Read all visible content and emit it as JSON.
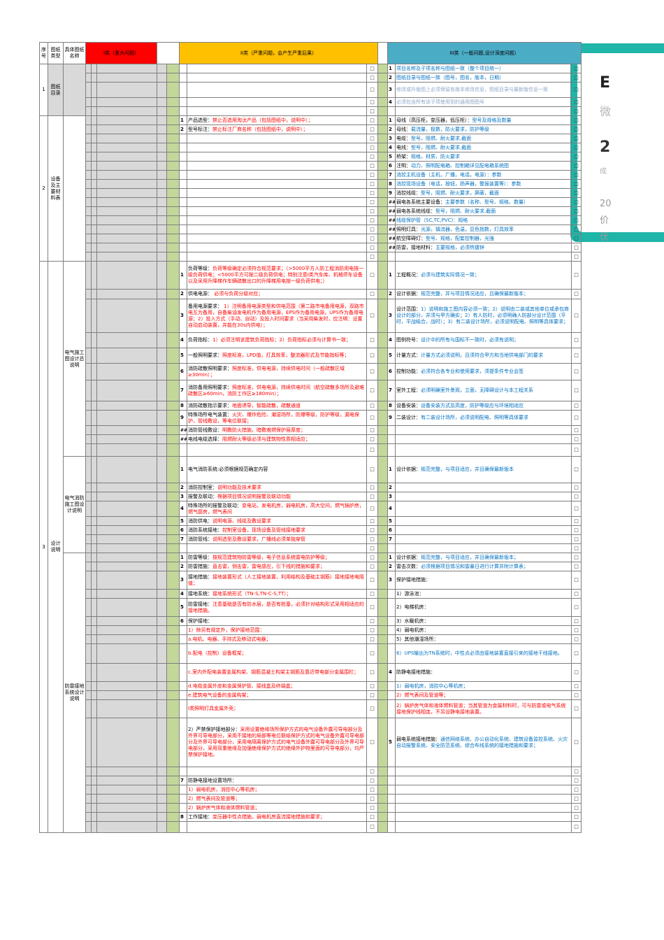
{
  "header": {
    "seq": "序号",
    "type": "图纸类型",
    "name": "具体图纸名称",
    "cat1": "I类（重大问题）",
    "cat2": "II类（严重问题，会产生严重后果）",
    "cat3": "III类（一般问题,设计深度问题）"
  },
  "checkbox": "□",
  "hash": "##",
  "card": {
    "t1": "E",
    "t2": "微",
    "t3": "2",
    "t4": "成",
    "t5a": "20",
    "t5b": "价",
    "t5c": "伏"
  },
  "rows": [
    {
      "seq": "1",
      "type": "图纸目录",
      "sub": "",
      "c2": [],
      "c3": [
        {
          "n": "1",
          "t": "项目名称及子项名称与图纸一致（整个项目统一）",
          "cls": "blue"
        },
        {
          "n": "2",
          "t": "图纸目录与图纸一致（图号，图名，版本，日期）",
          "cls": "blue"
        },
        {
          "n": "3",
          "t": "修改或升版图上必须保留各版本修改信息，图纸目录与最新版信息一致",
          "cls": "fade"
        },
        {
          "n": "4",
          "t": "必须包含所有该子项使用到的通用图图号",
          "cls": "fade"
        }
      ]
    },
    {
      "seq": "2",
      "type": "设备及主要材料表",
      "sub": "",
      "c2": [
        {
          "n": "1",
          "t": "产品选型：禁止否选用淘汰产品（包括图纸中，说明中）；"
        },
        {
          "n": "2",
          "t": "型号标注：禁止标注厂商名称（包括图纸中，说明中）；"
        }
      ],
      "c3": [
        {
          "n": "1",
          "t": "母线（高压柜，变压器，低压柜）：型号及规格及数量"
        },
        {
          "n": "2",
          "t": "母线：载流量，极数，防火要求，防护等级"
        },
        {
          "n": "3",
          "t": "电缆：型号，阻燃、耐火要求,截面"
        },
        {
          "n": "4",
          "t": "电线：型号，阻燃、耐火要求,截面"
        },
        {
          "n": "5",
          "t": "桥架：规格，材质，防火要求"
        },
        {
          "n": "6",
          "t": "注明：动力、照明配电箱、控制箱详见配电箱系统图"
        },
        {
          "n": "7",
          "t": "消控主机设备（主机，广播，电话，电源）：参数"
        },
        {
          "n": "8",
          "t": "消控现场设备（电话，按钮，扬声器，警报装置等）：参数"
        },
        {
          "n": "9",
          "t": "消控线缆：型号，阻燃、耐火要求，屏蔽，截面"
        },
        {
          "n": "##",
          "t": "弱电各系统主要设备：主要参数（名称、型号、规格、数量）"
        },
        {
          "n": "##",
          "t": "弱电各系统线缆：型号，阻燃、耐火要求,截面"
        },
        {
          "n": "##",
          "t": "线缆保护管（SC,TC,PVC)：规格"
        },
        {
          "n": "##",
          "t": "照明灯具：光源，镇流器，色温，显色指数，灯具效率"
        },
        {
          "n": "##",
          "t": "航空障碍灯：型号、规格，配套控制器，光强"
        },
        {
          "n": "##",
          "t": "防雷，接地材料：主要规格，必须热镀锌"
        }
      ]
    },
    {
      "seq": "3",
      "type": "设计说明",
      "groups": [
        {
          "sub": "电气施工图设计总说明",
          "c2": [
            {
              "n": "1",
              "t": "负荷等级：负荷等级确定必须符合规范要求；（>5000平方人防工程消防用电按一级负荷供电；<5000平方可按二级负荷供电；特别注意Ⅰ类汽车库、机械停车设备以及采用升降梯作车辆疏散出口的升降梯用电按一级负荷供电；）",
              "h": 40
            },
            {
              "n": "2",
              "t": "供电电源： 必须与负荷分级对应；",
              "h": 14
            },
            {
              "n": "3",
              "t": "备用电源要求： 1）注明备用电源类型和供电范围（第二路市电备用电源，双路市电互为备用，自备柴油发电机作为备用电源，EPS作为备用电源，UPS作为备用电源；2）投入方式（手动、自动）及投入时间要求（当采用柴发时，应注明：设置自动启动装置，并能在30s内供电）；",
              "h": 48
            },
            {
              "n": "4",
              "t": "负荷指标：1）必须注明该建筑负荷指标；2）负荷指标必须与计算书一致；",
              "h": 22
            },
            {
              "n": "5",
              "t": "一般照明要求：照度标准，LPD值，灯具效率，整流器形式及节能指标等；",
              "h": 22
            },
            {
              "n": "6",
              "t": "消防疏散照明要求：照度标准，供电电源，持续供电时间（一般疏散区域≥30min）；",
              "h": 24
            },
            {
              "n": "7",
              "t": "消防备用照明要求：照度标准，供电电源，持续供电时间（航空疏散多场所及避难疏散区≥60min，消防工作区≥180min）；",
              "h": 30
            },
            {
              "n": "8",
              "t": "消防疏散指示要求：地面诱导，智能疏散，疏散通道",
              "h": 13
            },
            {
              "n": "9",
              "t": "特殊场所电气装置：火灾、爆炸危险、潮湿场所，防爆等级，防护等级，漏电保护，管线敷设，等电位联接；",
              "h": 22
            },
            {
              "n": "##",
              "t": "消防管线敷设：明敷防火措施，暗敷难燃保护层厚度；",
              "h": 13
            },
            {
              "n": "##",
              "t": "电线电缆选择：阻燃耐火等级必须与建筑物性质相适应；",
              "h": 13
            },
            {
              "n": "",
              "t": "",
              "h": 18
            }
          ],
          "c3": [
            {
              "n": "1",
              "t": "工程概况：必须与建筑实际情况一致；",
              "h": 40
            },
            {
              "n": "2",
              "t": "设计依据：规范完整，并与项目情况适应，且确保最新版本；",
              "h": 14
            },
            {
              "n": "3",
              "t": "设计范围：1）说明和施工图内容必须一致；2）说明由二装或其他单位或承包商设计的部分，并须与甲方确实；2）有人防时，必须明确人防部分设计范围（平时，平战结合，战时）；3）有二装设计场所，必须说明配电、照明等具体要求；",
              "h": 48
            },
            {
              "n": "4",
              "t": "图例符号：设计中的所有与国标不一致时，必须有说明；",
              "h": 22
            },
            {
              "n": "5",
              "t": "计量方式：计量方式必须说明，且须符合甲方和当地供电部门的要求",
              "h": 22
            },
            {
              "n": "6",
              "t": "控制功能：必须符合各专业和使用要求，须提条件专业会签",
              "h": 24
            },
            {
              "n": "7",
              "t": "室外工程：必须明确室外景观，立面，无障碍设计与本工程关系",
              "h": 30
            },
            {
              "n": "8",
              "t": "设备安装：设备安装方式及高度，防护等级应与环境相适应",
              "h": 13
            },
            {
              "n": "9",
              "t": "二装设计：有二装设计场所，必须说明配电、照明等具体要求",
              "h": 22
            },
            {
              "n": "",
              "t": "",
              "h": 13
            },
            {
              "n": "",
              "t": "",
              "h": 13
            },
            {
              "n": "",
              "t": "",
              "h": 18
            }
          ]
        },
        {
          "sub": "电气消防施工图设计说明",
          "c2": [
            {
              "n": "1",
              "t": "电气消防系统:必须根据规范确定内容",
              "h": 38
            },
            {
              "n": "2",
              "t": "消防控制室：说明功能及技术要求",
              "h": 13
            },
            {
              "n": "3",
              "t": "报警及联动：根据项目情况说明报警及联动功能",
              "h": 13
            },
            {
              "n": "4",
              "t": "特殊场所的报警及联动：变电站，发电机房，弱电机房，高大空间，燃气锅炉房，燃气厨房，燃气表间",
              "h": 22
            },
            {
              "n": "5",
              "t": "消防供电：说明电源、线缆及敷设要求",
              "h": 13
            },
            {
              "n": "6",
              "t": "消防系统接地：控制室设备，现场设备及管线接地要求",
              "h": 13
            },
            {
              "n": "7",
              "t": "消防管线：说明选型及敷设要求，广播线必须单独穿管",
              "h": 13
            },
            {
              "n": "",
              "t": "",
              "h": 13
            }
          ],
          "c3": [
            {
              "n": "1",
              "t": "设计依据：规范完整，与项目适应，并且确保最新版本",
              "h": 38
            },
            {
              "n": "2",
              "t": "",
              "h": 13
            },
            {
              "n": "3",
              "t": "",
              "h": 13
            },
            {
              "n": "4",
              "t": "",
              "h": 22
            },
            {
              "n": "5",
              "t": "",
              "h": 13
            },
            {
              "n": "6",
              "t": "",
              "h": 13
            },
            {
              "n": "7",
              "t": "",
              "h": 13
            },
            {
              "n": "",
              "t": "",
              "h": 13
            }
          ]
        },
        {
          "sub": "防雷接地系统设计说明",
          "c2": [
            {
              "n": "1",
              "t": "防雷等级：按规范建筑物防雷等级，电子信息系统雷电防护等级；",
              "h": 13
            },
            {
              "n": "2",
              "t": "防雷措施：直击雷，侧击雷，雷电感应，引下线的措施和要求；",
              "h": 13
            },
            {
              "n": "3",
              "t": "接地措施：接地装置形式（人工接地装置，利用结构及基础主钢筋）接地接地电阻值；",
              "h": 26
            },
            {
              "n": "4",
              "t": "接地系统：接地系统形式（TN-S,TN-C-S,TT）；",
              "h": 13
            },
            {
              "n": "5",
              "t": "防雷接地：注意基础是否有防水层，是否有桩基，必须针对结构形式采用相适应的接地措施。",
              "h": 26
            },
            {
              "n": "6",
              "t": "保护接地：",
              "h": 13
            },
            {
              "n": "",
              "t": "1）除另有规定外，保护接地范围：",
              "h": 13
            },
            {
              "n": "",
              "t": "a.电机、电器、手持式及移动式电器；",
              "h": 13
            },
            {
              "n": "",
              "t": "b.配电（控制）设备框架；",
              "h": 28
            },
            {
              "n": "",
              "t": "c.室内外配电装置金属构架、钢筋混凝土构架主钢筋及靠近带电部分金属围栏；",
              "h": 26
            },
            {
              "n": "",
              "t": "d.电缆金属外皮和金属保护管、接线盒及终端盒；",
              "h": 13
            },
            {
              "n": "",
              "t": "e.建筑电气设备的金属构架；",
              "h": 13
            },
            {
              "n": "",
              "t": "Ⅰ类照明灯具金属外壳；",
              "h": 26
            },
            {
              "n": "",
              "t": "2）严禁保护接地部分：采用设置绝缘场所保护方式的电气设备外露可导电部分及外界可导电部分，采用不接地的局部等电位联结保护方式的电气设备外露可导电部分及外界可导电部分，采用电隔离保护方式的电气设备外露可导电部分及外界可导电部分，采用双重绝缘及加强绝缘保护方式的绝缘外护物里面的可导电部分，均严禁保护接地。",
              "h": 70
            },
            {
              "n": "",
              "t": "",
              "h": 13
            },
            {
              "n": "7",
              "t": "防静电接地设置场所：",
              "h": 13
            },
            {
              "n": "",
              "t": "1）弱电机房，消控中心等机房；",
              "h": 13
            },
            {
              "n": "",
              "t": "2）燃气表间及管道等；",
              "h": 13
            },
            {
              "n": "",
              "t": "2）锅炉房气体和液体燃料管道；",
              "h": 13
            },
            {
              "n": "8",
              "t": "工作接地：变压器中性点措施，弱电机房直流接地措施和要求；",
              "h": 13
            },
            {
              "n": "",
              "t": "",
              "h": 16
            }
          ],
          "c3": [
            {
              "n": "1",
              "t": "设计依据：规范完整，与项目适应，并且确保最新版本；",
              "h": 13
            },
            {
              "n": "2",
              "t": "雷击次数：必须根据项目情况和雷暴日进行计算并附计算表；",
              "h": 13
            },
            {
              "n": "3",
              "t": "保护接地措施：",
              "h": 26
            },
            {
              "n": "",
              "t": "1）游泳池：",
              "h": 13
            },
            {
              "n": "",
              "t": "2）电梯机房：",
              "h": 26
            },
            {
              "n": "",
              "t": "3）水暖机房：",
              "h": 13
            },
            {
              "n": "",
              "t": "4）弱电机房：",
              "h": 13
            },
            {
              "n": "",
              "t": "5）其他潮湿场所：",
              "h": 13
            },
            {
              "n": "",
              "t": "6）UPS输出为TN系统时，中性点必须由接地装置直接引来的接地干线接地。",
              "h": 28
            },
            {
              "n": "4",
              "t": "防静电接地措施：",
              "h": 26
            },
            {
              "n": "",
              "t": "1）弱电机房，消控中心等机房；",
              "h": 13
            },
            {
              "n": "",
              "t": "2）燃气表间及管道等；",
              "h": 13
            },
            {
              "n": "",
              "t": "2）锅炉房气体和液体燃料管道；当其管道为金属材料时，可与防雷或电气系统接地保护线相连，不另设静电接地装置。",
              "h": 26
            },
            {
              "n": "5",
              "t": "弱电系统接地措施：通信网络系统、办公自动化系统、建筑设备监控系统、火灾自动报警系统、安全防范系统、综合布线系统的接地措施和要求；",
              "h": 70
            },
            {
              "n": "",
              "t": "",
              "h": 13
            },
            {
              "n": "",
              "t": "",
              "h": 13
            },
            {
              "n": "",
              "t": "",
              "h": 13
            },
            {
              "n": "",
              "t": "",
              "h": 13
            },
            {
              "n": "",
              "t": "",
              "h": 13
            },
            {
              "n": "",
              "t": "",
              "h": 13
            },
            {
              "n": "",
              "t": "",
              "h": 16
            }
          ]
        }
      ]
    }
  ]
}
